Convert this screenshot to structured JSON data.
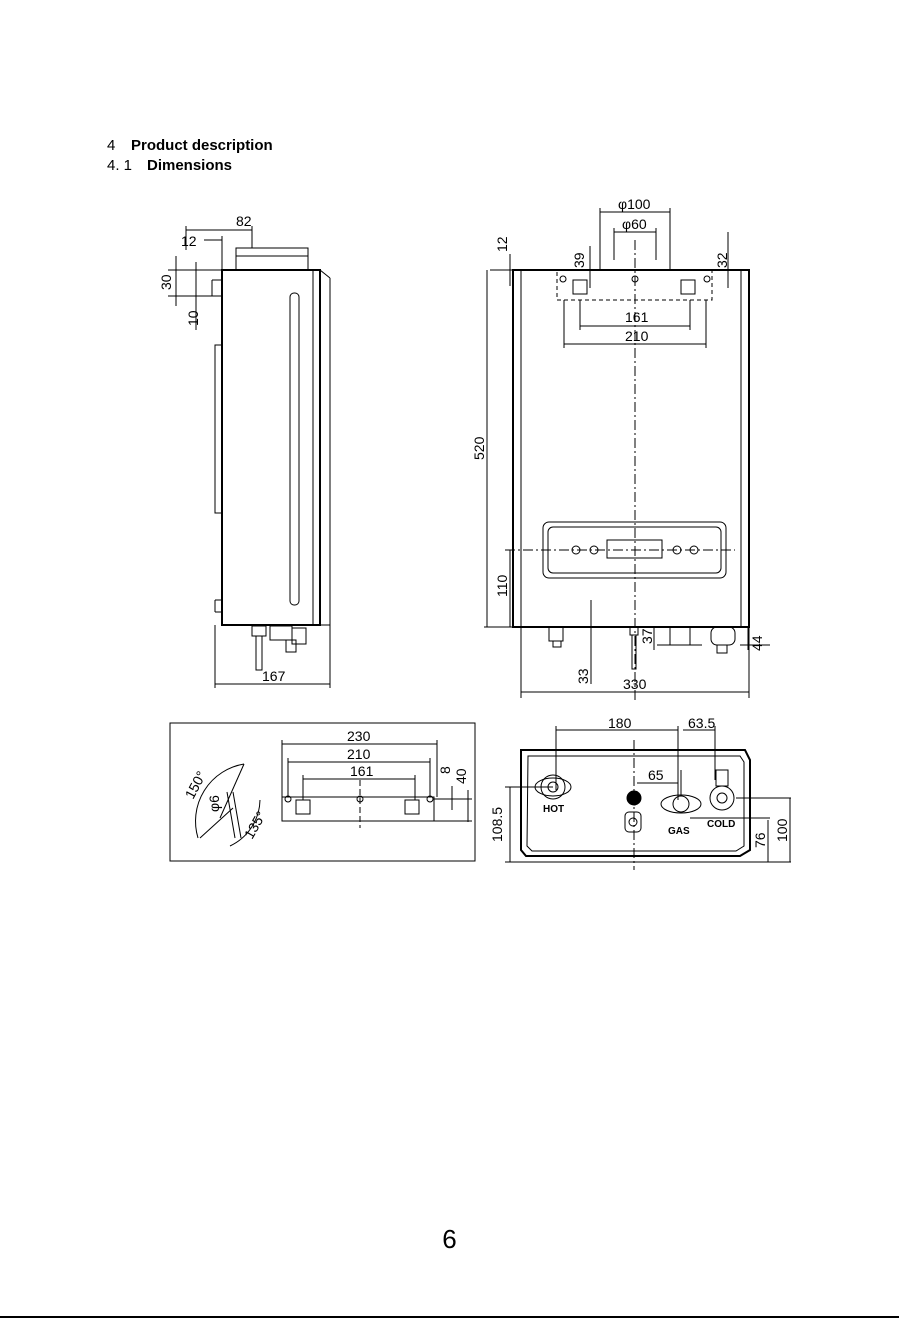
{
  "section": {
    "number": "4",
    "title": "Product description"
  },
  "subsection": {
    "number": "4. 1",
    "title": "Dimensions"
  },
  "side_view": {
    "d82": "82",
    "d12": "12",
    "d30": "30",
    "d10": "10",
    "d167": "167"
  },
  "front_view": {
    "d100": "φ100",
    "d60": "φ60",
    "d12": "12",
    "d39": "39",
    "d32": "32",
    "d161": "161",
    "d210": "210",
    "d520": "520",
    "d110": "110",
    "d37": "37",
    "d44": "44",
    "d33": "33",
    "d330": "330"
  },
  "bracket_view": {
    "d230": "230",
    "d210": "210",
    "d161": "161",
    "d8": "8",
    "d40": "40",
    "a150": "150°",
    "phi6": "φ6",
    "a135": "135°"
  },
  "bottom_view": {
    "d180": "180",
    "d63_5": "63.5",
    "d65": "65",
    "d108_5": "108.5",
    "d76": "76",
    "d100": "100",
    "hot": "HOT",
    "gas": "GAS",
    "cold": "COLD"
  },
  "page_number": "6"
}
